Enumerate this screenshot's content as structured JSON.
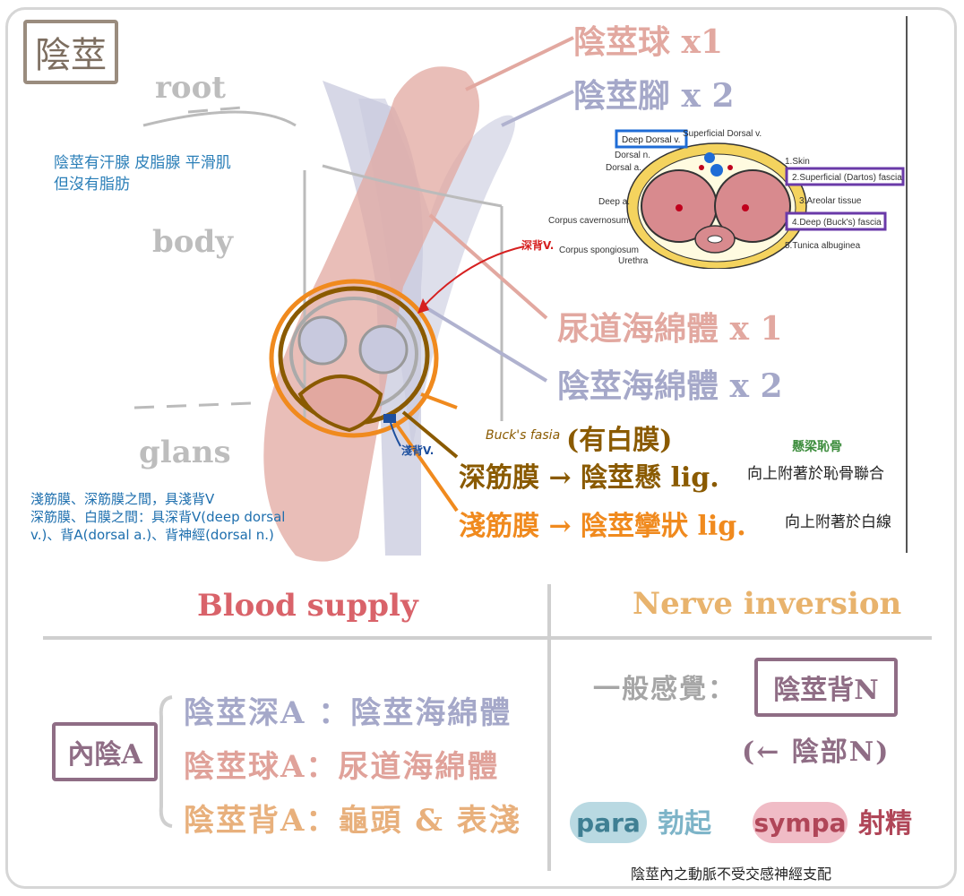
{
  "title": "陰莖",
  "regions": {
    "root": "root",
    "body": "body",
    "glans": "glans"
  },
  "top_labels": {
    "bulb": "陰莖球 x1",
    "crus": "陰莖腳 x 2",
    "corpus_spongiosum": "尿道海綿體 x 1",
    "corpus_cavernosum": "陰莖海綿體 x 2"
  },
  "gland_note": [
    "陰莖有汗腺 皮脂腺 平滑肌",
    "但沒有脂肪"
  ],
  "deep_dorsal_tag": "深背V.",
  "superficial_dorsal_tag": "淺背V.",
  "bucks_fascia": "Buck's fasia",
  "white_membrane": "(有白膜)",
  "fascia_rows": [
    {
      "label": "深筋膜 → 陰莖懸 lig.",
      "note": "向上附著於恥骨聯合",
      "color": "#8a5a00"
    },
    {
      "label": "淺筋膜 → 陰莖攣狀 lig.",
      "note": "向上附著於白線",
      "color": "#f08a1e"
    }
  ],
  "suspensory_note": "懸梁恥骨",
  "fascia_notes": [
    "淺筋膜、深筋膜之間，具淺背V",
    "深筋膜、白膜之間：具深背V(deep dorsal",
    "v.)、背A(dorsal a.)、背神經(dorsal n.)"
  ],
  "cross_section": {
    "labels_left": [
      "Dorsal n.",
      "Dorsal a.",
      "Deep a.",
      "Corpus cavernosum",
      "Corpus spongiosum",
      "Urethra"
    ],
    "labels_right": [
      "1.Skin",
      "2.Superficial (Dartos) fascia",
      "3.Areolar tissue",
      "4.Deep (Buck's) fascia",
      "5.Tunica albuginea"
    ],
    "top": "Superficial Dorsal v.",
    "deep_dorsal": "Deep Dorsal v."
  },
  "blood": {
    "title": "Blood supply",
    "source": "內陰A",
    "rows": [
      {
        "text": "陰莖深A ：陰莖海綿體",
        "color": "#a5a8c9"
      },
      {
        "text": "陰莖球A：尿道海綿體",
        "color": "#e0a29a"
      },
      {
        "text": "陰莖背A：龜頭 & 表淺",
        "color": "#e8b07c"
      }
    ]
  },
  "nerve": {
    "title": "Nerve inversion",
    "general": "一般感覺：",
    "dorsal_n": "陰莖背N",
    "pudendal": "(← 陰部N)",
    "para": "para",
    "erection": "勃起",
    "sympa": "sympa",
    "ejaculation": "射精",
    "footnote": "陰莖內之動脈不受交感神經支配"
  },
  "colors": {
    "pink": "#e2a8a0",
    "lavender": "#c8c9de",
    "brown": "#8a5a00",
    "orange": "#f08a1e",
    "blood_title": "#d9636a",
    "nerve_title": "#e8b36d",
    "purple_box": "#8f6d85"
  }
}
